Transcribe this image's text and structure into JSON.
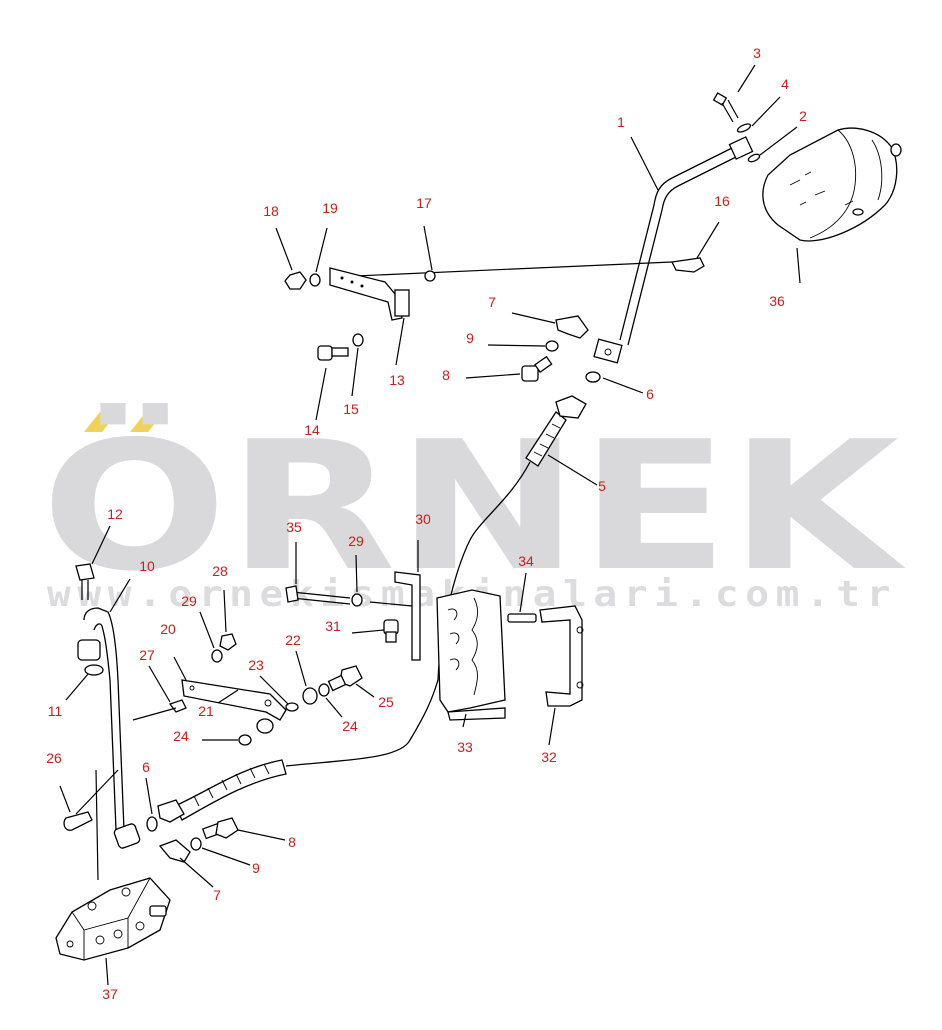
{
  "watermark": {
    "brand": "ÖRNEK",
    "url": "www.ornekismakinalari.com.tr",
    "accent_color": "#f0d25a",
    "text_color": "#d9d9dc"
  },
  "callout_color": "#c8201e",
  "callouts": [
    {
      "id": "c1",
      "label": "1"
    },
    {
      "id": "c2",
      "label": "2"
    },
    {
      "id": "c3",
      "label": "3"
    },
    {
      "id": "c4",
      "label": "4"
    },
    {
      "id": "c5",
      "label": "5"
    },
    {
      "id": "c6a",
      "label": "6"
    },
    {
      "id": "c6b",
      "label": "6"
    },
    {
      "id": "c7a",
      "label": "7"
    },
    {
      "id": "c7b",
      "label": "7"
    },
    {
      "id": "c8a",
      "label": "8"
    },
    {
      "id": "c8b",
      "label": "8"
    },
    {
      "id": "c9a",
      "label": "9"
    },
    {
      "id": "c9b",
      "label": "9"
    },
    {
      "id": "c10",
      "label": "10"
    },
    {
      "id": "c11",
      "label": "11"
    },
    {
      "id": "c12",
      "label": "12"
    },
    {
      "id": "c13",
      "label": "13"
    },
    {
      "id": "c14",
      "label": "14"
    },
    {
      "id": "c15",
      "label": "15"
    },
    {
      "id": "c16",
      "label": "16"
    },
    {
      "id": "c17",
      "label": "17"
    },
    {
      "id": "c18",
      "label": "18"
    },
    {
      "id": "c19",
      "label": "19"
    },
    {
      "id": "c20",
      "label": "20"
    },
    {
      "id": "c21",
      "label": "21"
    },
    {
      "id": "c22",
      "label": "22"
    },
    {
      "id": "c23",
      "label": "23"
    },
    {
      "id": "c24a",
      "label": "24"
    },
    {
      "id": "c24b",
      "label": "24"
    },
    {
      "id": "c25",
      "label": "25"
    },
    {
      "id": "c26",
      "label": "26"
    },
    {
      "id": "c27",
      "label": "27"
    },
    {
      "id": "c28",
      "label": "28"
    },
    {
      "id": "c29a",
      "label": "29"
    },
    {
      "id": "c29b",
      "label": "29"
    },
    {
      "id": "c30",
      "label": "30"
    },
    {
      "id": "c31",
      "label": "31"
    },
    {
      "id": "c32",
      "label": "32"
    },
    {
      "id": "c33",
      "label": "33"
    },
    {
      "id": "c34",
      "label": "34"
    },
    {
      "id": "c35",
      "label": "35"
    },
    {
      "id": "c36",
      "label": "36"
    },
    {
      "id": "c37",
      "label": "37"
    }
  ]
}
